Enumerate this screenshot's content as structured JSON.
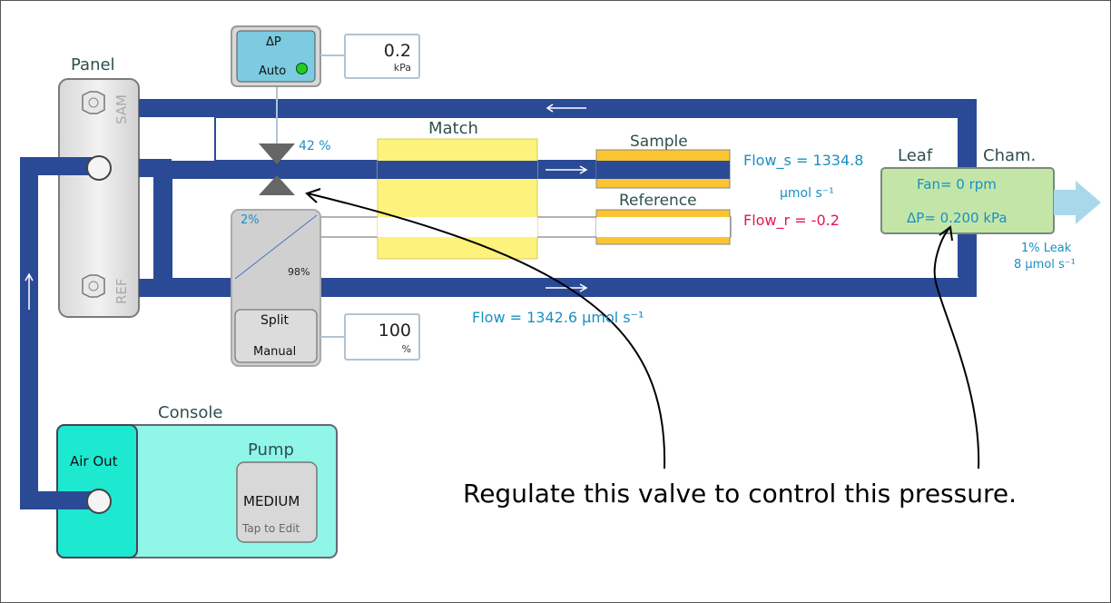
{
  "panel": {
    "title": "Panel",
    "sam_label": "SAM",
    "ref_label": "REF"
  },
  "dp_control": {
    "title": "ΔP",
    "mode": "Auto",
    "status_color": "#22cc22",
    "value": "0.2",
    "unit": "kPa"
  },
  "valve": {
    "percent": "42 %"
  },
  "split": {
    "top_percent": "2%",
    "bottom_percent": "98%",
    "title": "Split",
    "mode": "Manual",
    "value": "100",
    "unit": "%"
  },
  "match": {
    "title": "Match"
  },
  "sample": {
    "title": "Sample",
    "flow_label": "Flow_s = 1334.8",
    "flow_unit": "μmol s⁻¹"
  },
  "reference": {
    "title": "Reference",
    "flow_label": "Flow_r = -0.2"
  },
  "main_flow": {
    "label": "Flow = 1342.6 μmol s⁻¹"
  },
  "leaf": {
    "title": "Leaf",
    "cham_title": "Cham.",
    "fan": "Fan= 0 rpm",
    "dp": "ΔP= 0.200 kPa"
  },
  "leak": {
    "line1": "1% Leak",
    "line2": "8 μmol s⁻¹"
  },
  "console": {
    "title": "Console",
    "air_out": "Air Out",
    "pump_title": "Pump",
    "pump_value": "MEDIUM",
    "pump_hint": "Tap to Edit"
  },
  "annotation": {
    "text": "Regulate this valve to control this pressure."
  },
  "colors": {
    "pipe": "#2b4a96",
    "match_yellow": "#fdf27b",
    "leaf_green": "#c3e6a8",
    "console_cyan": "#8ff6e8",
    "air_out_cyan": "#1de8d0",
    "dp_button": "#7ccbe0"
  }
}
